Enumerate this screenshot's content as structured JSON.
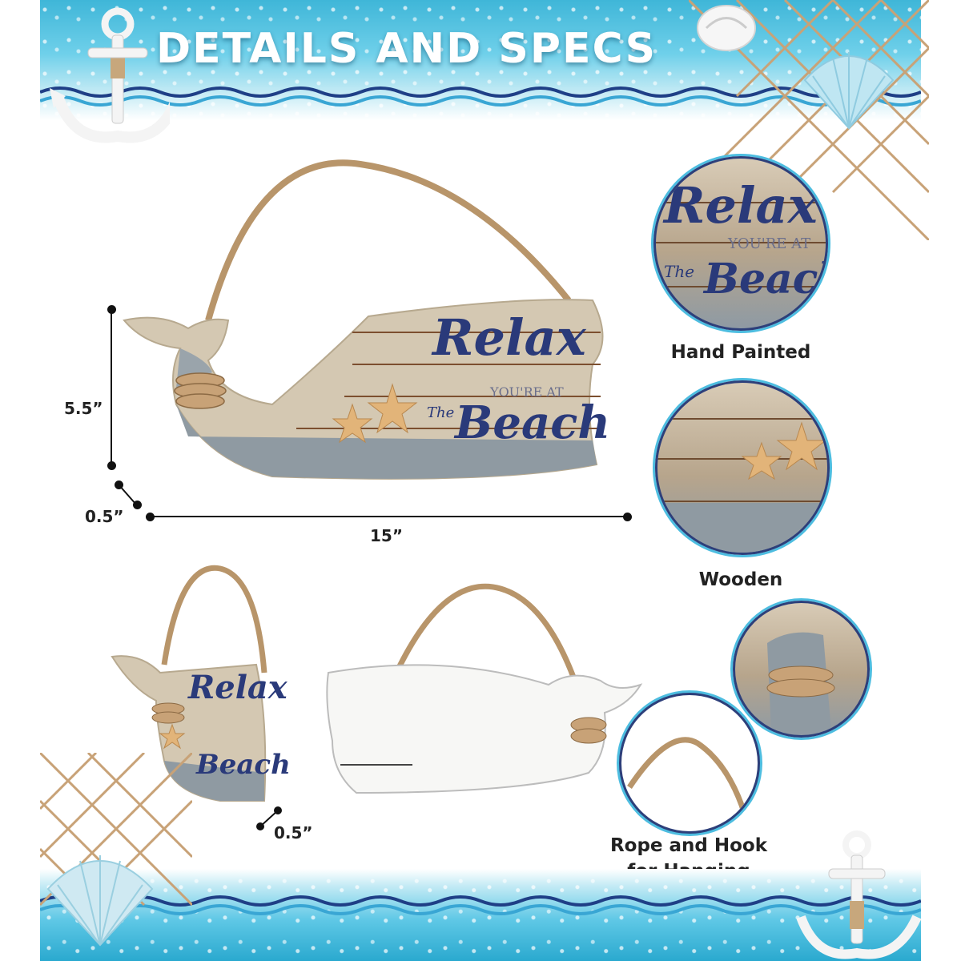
{
  "title": "DETAILS AND SPECS",
  "dimensions": {
    "height": "5.5”",
    "depth": "0.5”",
    "width": "15”",
    "side_depth": "0.5”"
  },
  "sign_text": {
    "line1": "Relax",
    "line2": "YOU'RE AT",
    "line3_small": "The",
    "line3": "Beach"
  },
  "features": [
    {
      "label": "Hand Painted"
    },
    {
      "label": "Wooden"
    },
    {
      "label": "Rope and Hook for Hanging"
    }
  ],
  "colors": {
    "ocean": "#3fb6d8",
    "navy_text": "#2a3a7a",
    "circle_ring": "#4dbde0",
    "rope": "#b8956a",
    "wood": "#cdbfa8",
    "metal": "#8f9aa2"
  },
  "icons": [
    "anchor-icon",
    "seashell-icon",
    "fishing-net-icon",
    "starfish-icon"
  ]
}
